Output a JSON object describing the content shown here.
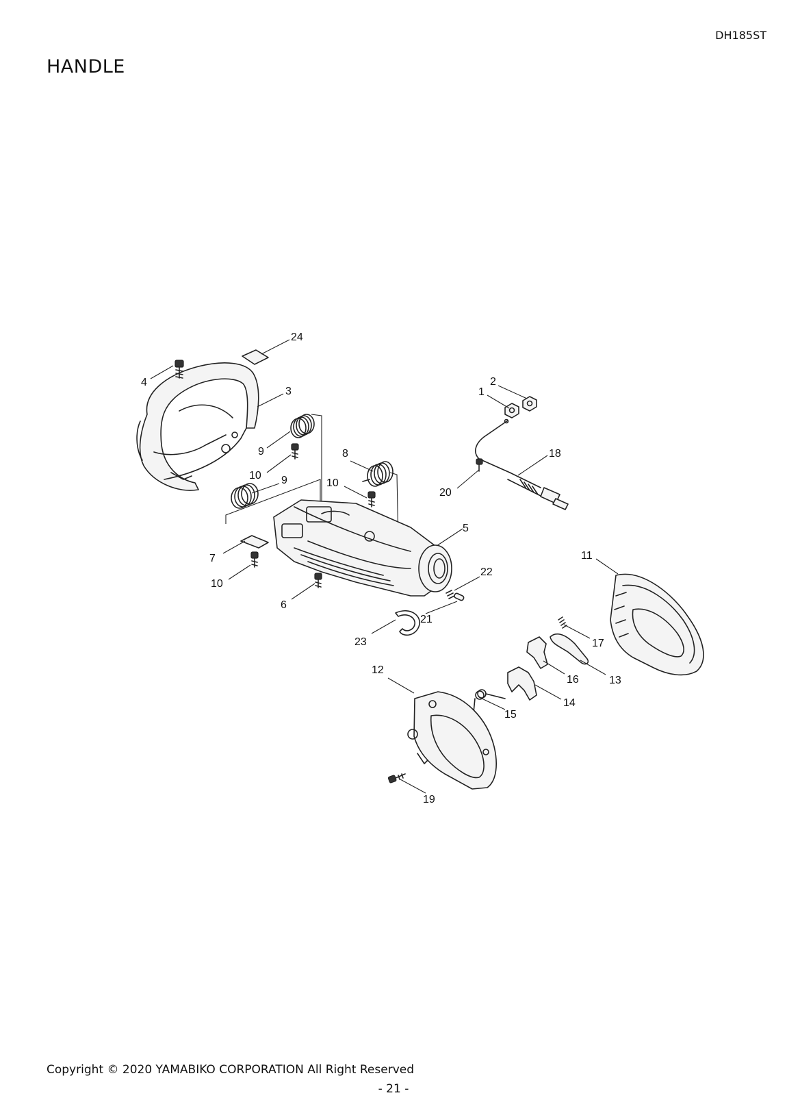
{
  "header": {
    "model": "DH185ST",
    "section_title": "HANDLE"
  },
  "diagram": {
    "callouts": [
      "24",
      "4",
      "3",
      "2",
      "1",
      "9",
      "10",
      "9",
      "8",
      "18",
      "10",
      "20",
      "5",
      "7",
      "10",
      "11",
      "22",
      "6",
      "21",
      "17",
      "23",
      "16",
      "13",
      "12",
      "14",
      "15",
      "19"
    ]
  },
  "footer": {
    "copyright": "Copyright © 2020 YAMABIKO CORPORATION All Right Reserved",
    "page": "- 21 -"
  }
}
